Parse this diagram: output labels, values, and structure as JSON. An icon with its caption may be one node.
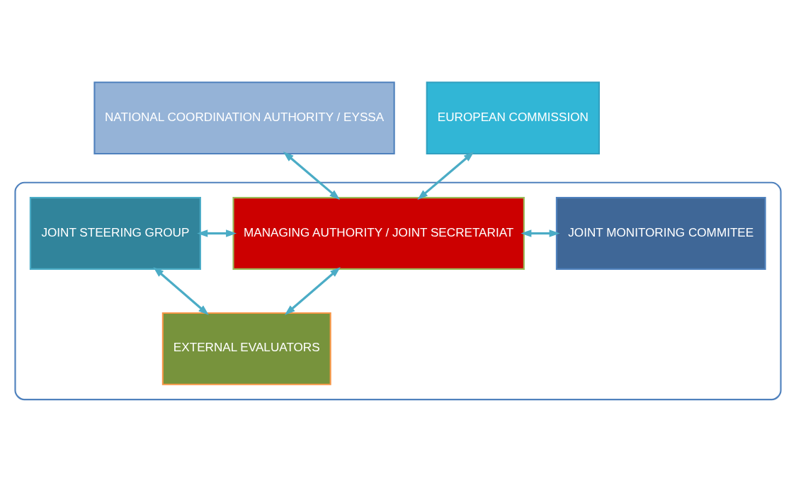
{
  "diagram": {
    "nodes": [
      {
        "text": [
          "NATIONAL COORDINATION AUTHORITY / EYSSA"
        ]
      },
      {
        "text": [
          "EUROPEAN COMMISSION"
        ]
      },
      {
        "text": [],
        "shape": "box"
      },
      {
        "text": [
          "JOINT STEERING GROUP"
        ],
        "in": 2
      },
      {
        "text": [
          "MANAGING AUTHORITY / JOINT SECRETARIAT"
        ],
        "in": 2
      },
      {
        "text": [
          "JOINT MONITORING COMMITEE"
        ],
        "in": 2
      },
      {
        "text": [
          "EXTERNAL EVALUATORS"
        ],
        "in": 2
      }
    ],
    "edges": [
      {
        "from": 0,
        "to": 4,
        "arrow": "both"
      },
      {
        "from": 1,
        "to": 4,
        "arrow": "both"
      },
      {
        "from": 3,
        "to": 4,
        "arrow": "both"
      },
      {
        "from": 4,
        "to": 5,
        "arrow": "both"
      },
      {
        "from": 4,
        "to": 6,
        "arrow": "both"
      },
      {
        "from": 3,
        "to": 6,
        "arrow": "both"
      }
    ]
  }
}
